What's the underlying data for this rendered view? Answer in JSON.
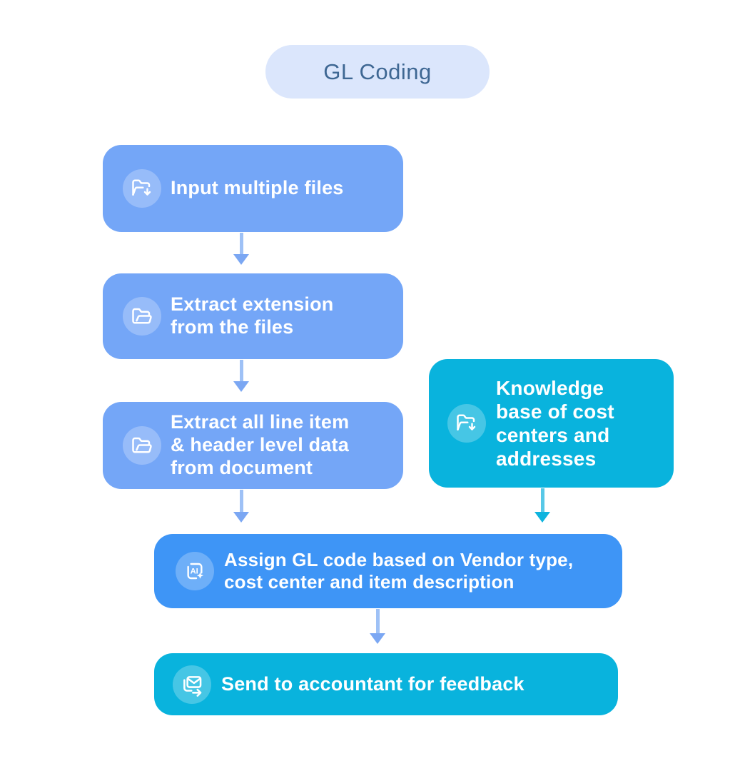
{
  "title": {
    "label": "GL Coding"
  },
  "nodes": {
    "input_files": {
      "label": "Input multiple files",
      "icon": "folder-download-icon"
    },
    "extract_extension": {
      "label": "Extract extension\nfrom the files",
      "icon": "folder-open-icon"
    },
    "extract_line_items": {
      "label": "Extract all line item\n& header level data\nfrom document",
      "icon": "folder-open-icon"
    },
    "knowledge_base": {
      "label": "Knowledge\nbase of cost\ncenters and\naddresses",
      "icon": "folder-download-icon"
    },
    "assign_gl_code": {
      "label": "Assign GL code based on Vendor type,\ncost center and item description",
      "icon": "ai-sparkle-icon",
      "icon_text": "AI"
    },
    "send_feedback": {
      "label": "Send to accountant for feedback",
      "icon": "mail-forward-icon"
    }
  },
  "colors": {
    "canvas_bg": "#FFFFFF",
    "title_pill_bg": "#DBE6FC",
    "title_text": "#3E6793",
    "step_node": "#74A6F7",
    "ai_node": "#3E95F6",
    "knowledge_node": "#09B3DD",
    "node_text": "#FFFFFF",
    "arrow_blue": "#9EC1F6",
    "arrow_blue_head": "#7BA7F3",
    "arrow_cyan": "#58C8E7",
    "arrow_cyan_head": "#0FB4DE"
  }
}
